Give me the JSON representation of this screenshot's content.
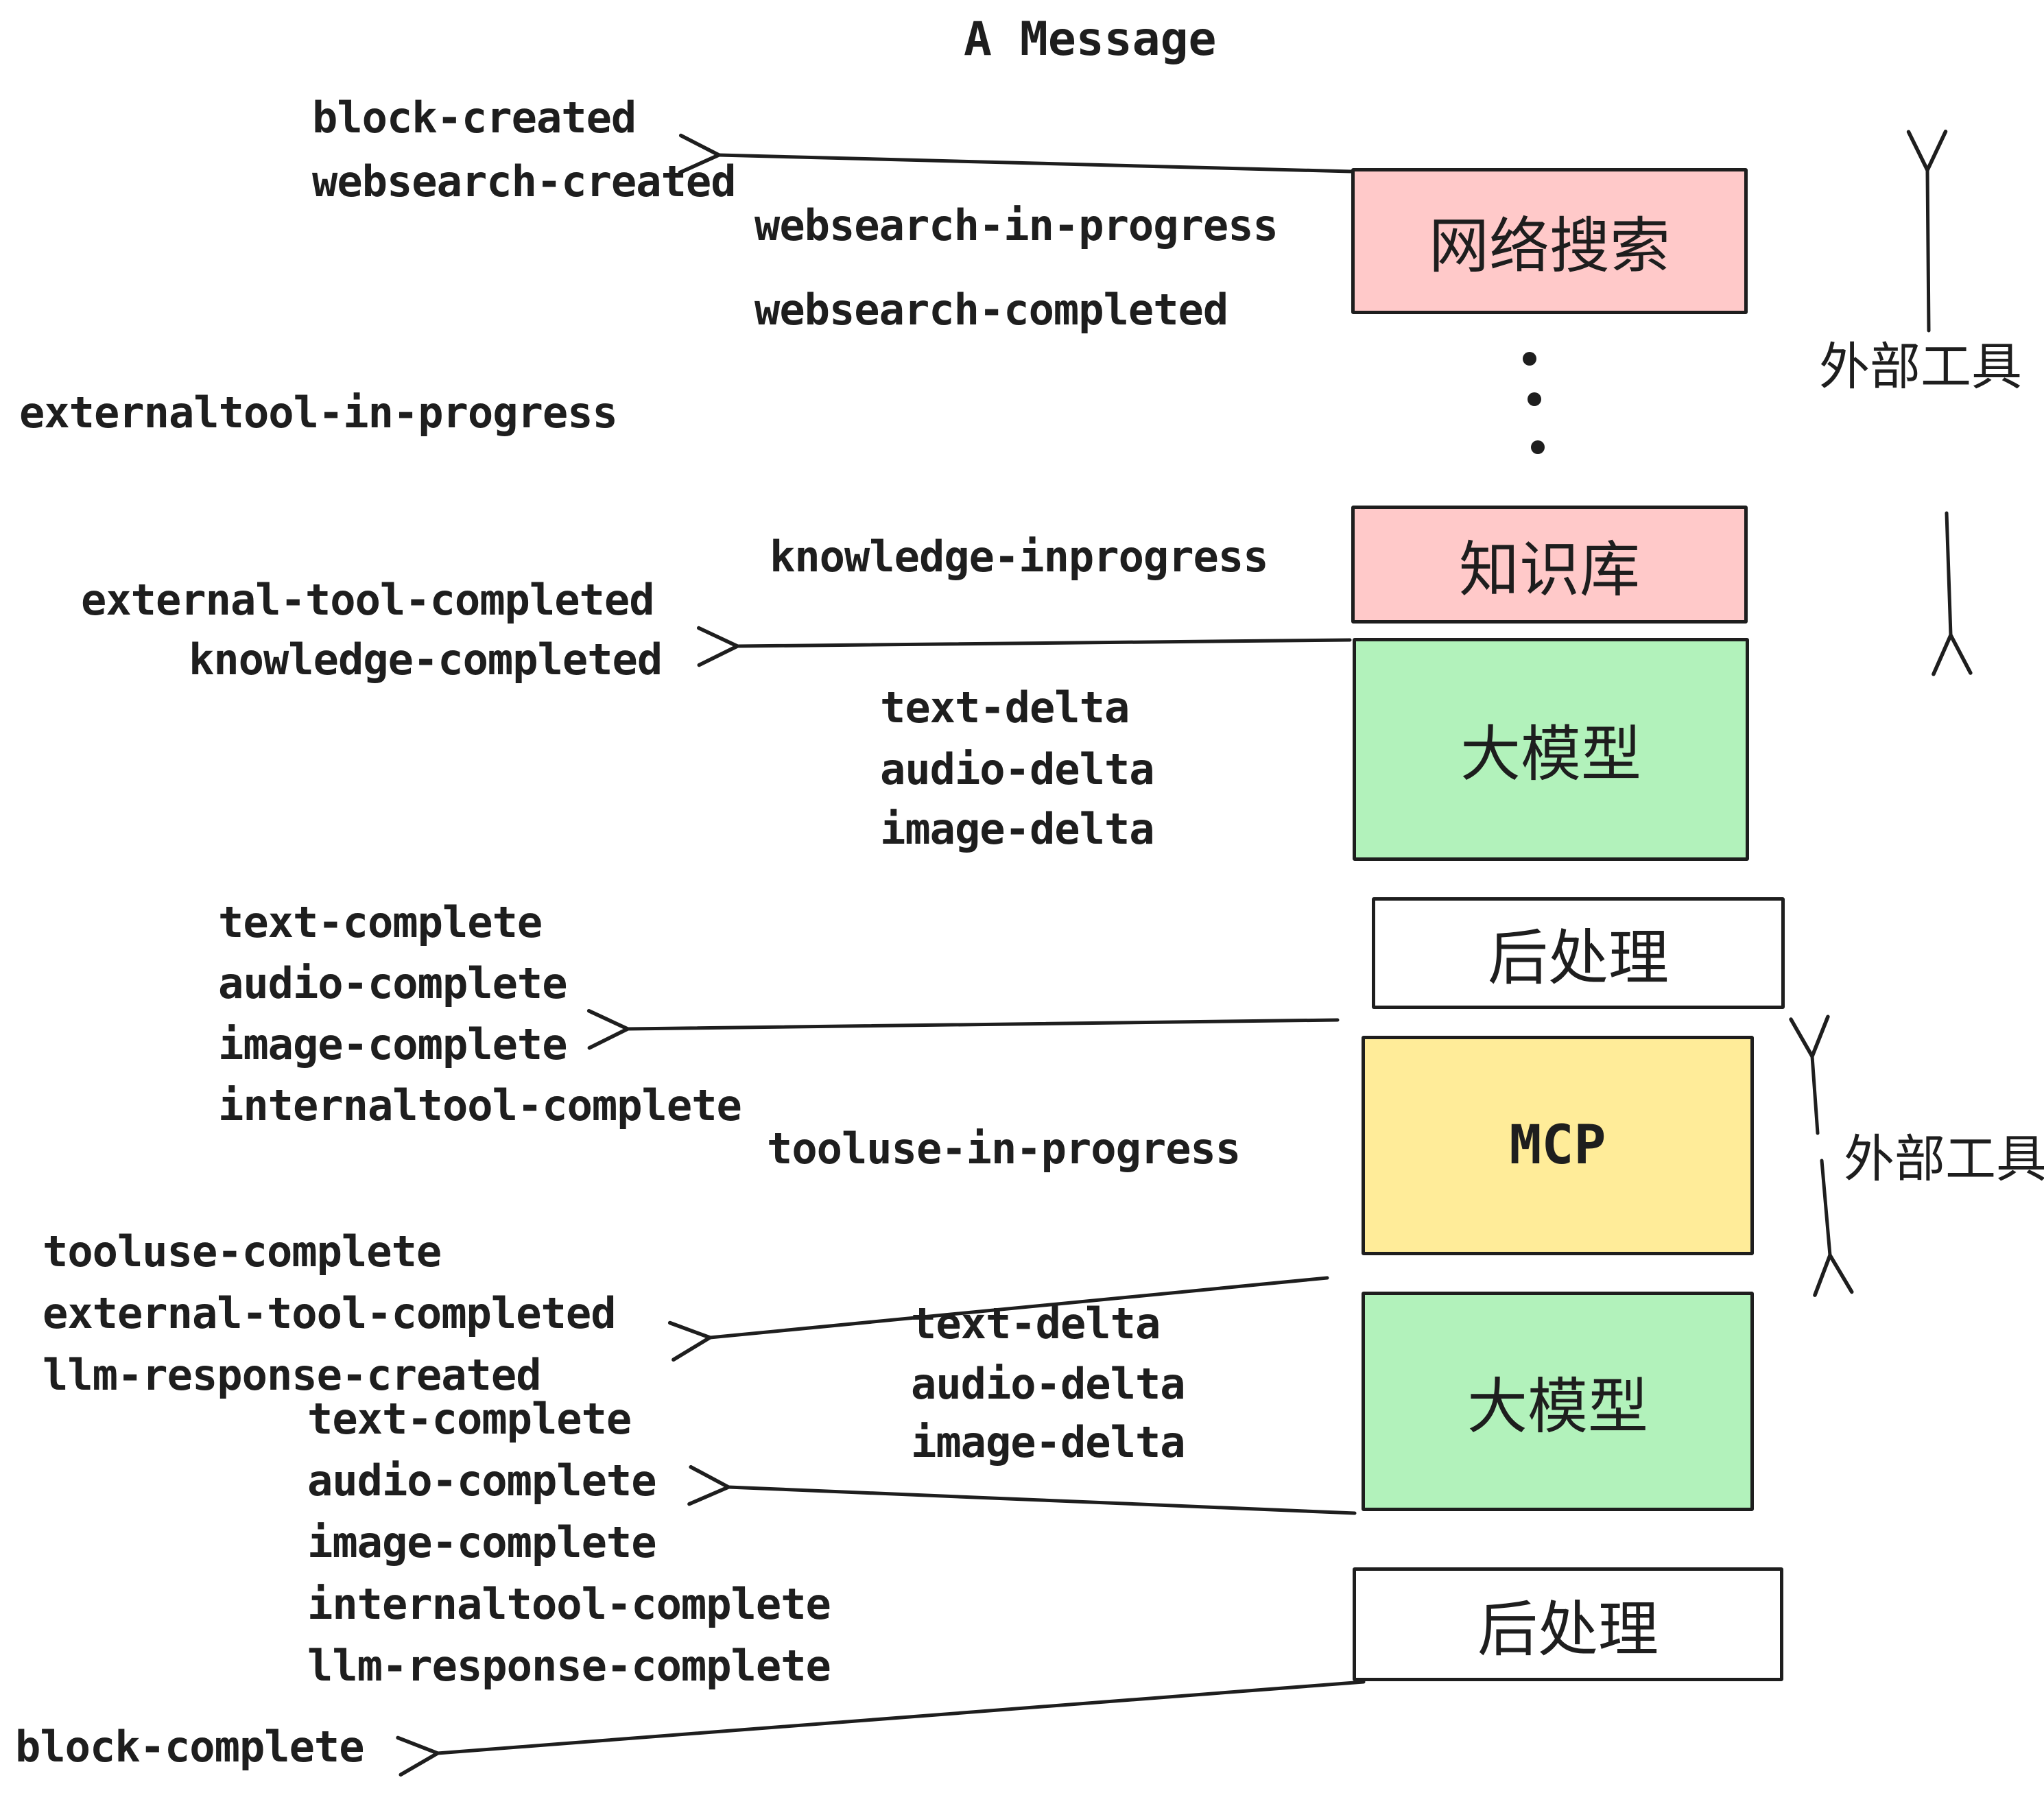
{
  "title": "A Message",
  "colors": {
    "ink": "#1e1e1e",
    "external_tool_box": "#ffc9c9",
    "llm_box": "#b2f2bb",
    "mcp_box": "#ffec99",
    "post_box": "#ffffff"
  },
  "boxes": {
    "websearch": "网络搜索",
    "knowledge": "知识库",
    "llm1": "大模型",
    "post1": "后处理",
    "mcp": "MCP",
    "llm2": "大模型",
    "post2": "后处理"
  },
  "side_labels": {
    "external_tools_top": "外部工具",
    "external_tools_bottom": "外部工具"
  },
  "events": {
    "block_created": "block-created",
    "websearch_created": "websearch-created",
    "websearch_in_progress": "websearch-in-progress",
    "websearch_completed": "websearch-completed",
    "externaltool_in_progress": "externaltool-in-progress",
    "knowledge_inprogress": "knowledge-inprogress",
    "external_tool_completed_1": "external-tool-completed",
    "knowledge_completed": "knowledge-completed",
    "text_delta_1": "text-delta",
    "audio_delta_1": "audio-delta",
    "image_delta_1": "image-delta",
    "text_complete_1": "text-complete",
    "audio_complete_1": "audio-complete",
    "image_complete_1": "image-complete",
    "internaltool_complete_1": "internaltool-complete",
    "tooluse_in_progress": "tooluse-in-progress",
    "tooluse_complete": "tooluse-complete",
    "external_tool_completed_2": "external-tool-completed",
    "llm_response_created": "llm-response-created",
    "text_delta_2": "text-delta",
    "audio_delta_2": "audio-delta",
    "image_delta_2": "image-delta",
    "text_complete_2": "text-complete",
    "audio_complete_2": "audio-complete",
    "image_complete_2": "image-complete",
    "internaltool_complete_2": "internaltool-complete",
    "llm_response_complete": "llm-response-complete",
    "block_complete": "block-complete"
  }
}
